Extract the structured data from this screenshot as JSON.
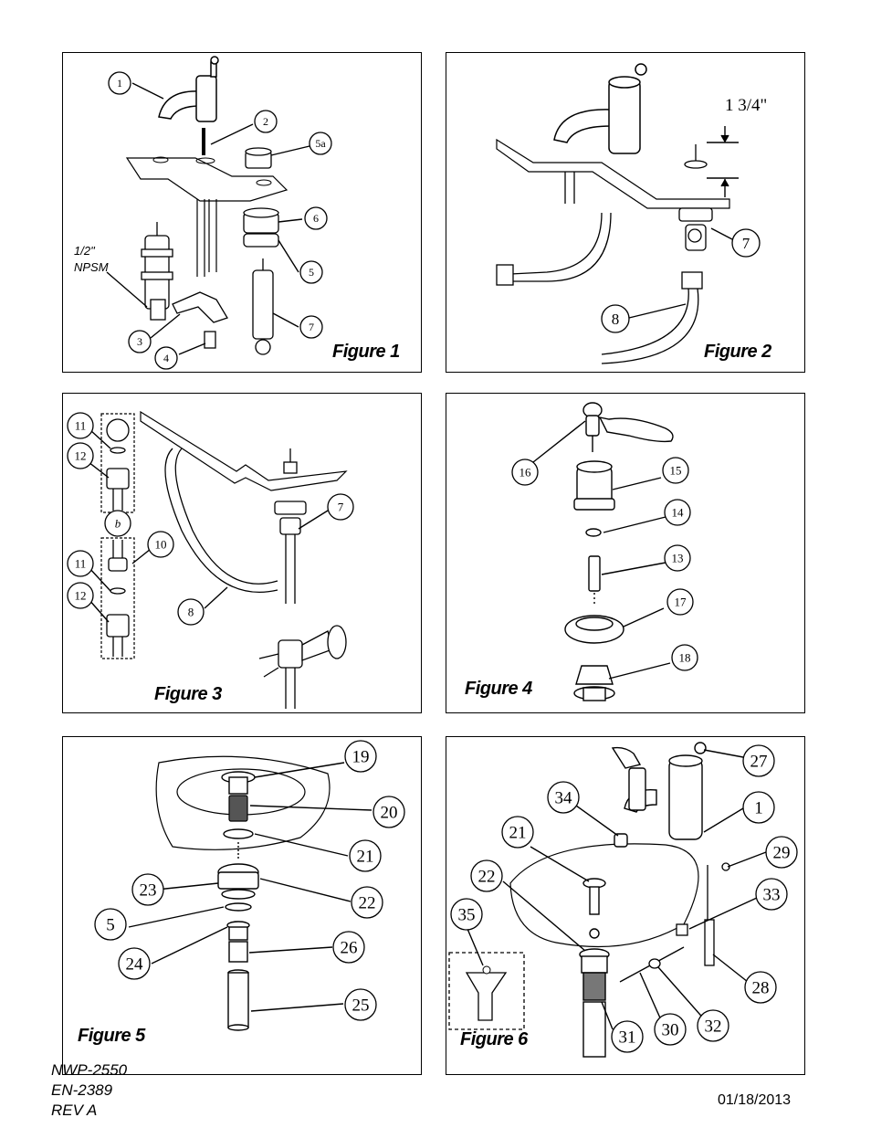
{
  "figures": [
    {
      "id": "fig1",
      "title": "Figure 1",
      "callouts": [
        "1",
        "2",
        "5a",
        "6",
        "5",
        "7",
        "3",
        "4"
      ],
      "note_line1": "1/2\"",
      "note_line2": "NPSM"
    },
    {
      "id": "fig2",
      "title": "Figure 2",
      "callouts": [
        "7",
        "8"
      ],
      "dimension": "1 3/4\""
    },
    {
      "id": "fig3",
      "title": "Figure 3",
      "callouts": [
        "11",
        "12",
        "b",
        "10",
        "11",
        "12",
        "8",
        "7"
      ]
    },
    {
      "id": "fig4",
      "title": "Figure 4",
      "callouts": [
        "16",
        "15",
        "14",
        "13",
        "17",
        "18"
      ]
    },
    {
      "id": "fig5",
      "title": "Figure 5",
      "callouts": [
        "19",
        "20",
        "21",
        "23",
        "22",
        "5",
        "24",
        "26",
        "25"
      ]
    },
    {
      "id": "fig6",
      "title": "Figure 6",
      "callouts": [
        "27",
        "34",
        "1",
        "21",
        "29",
        "22",
        "33",
        "35",
        "28",
        "31",
        "30",
        "32"
      ]
    }
  ],
  "footer": {
    "line1": "NWP-2550",
    "line2": "EN-2389",
    "line3": "REV A",
    "date": "01/18/2013"
  }
}
